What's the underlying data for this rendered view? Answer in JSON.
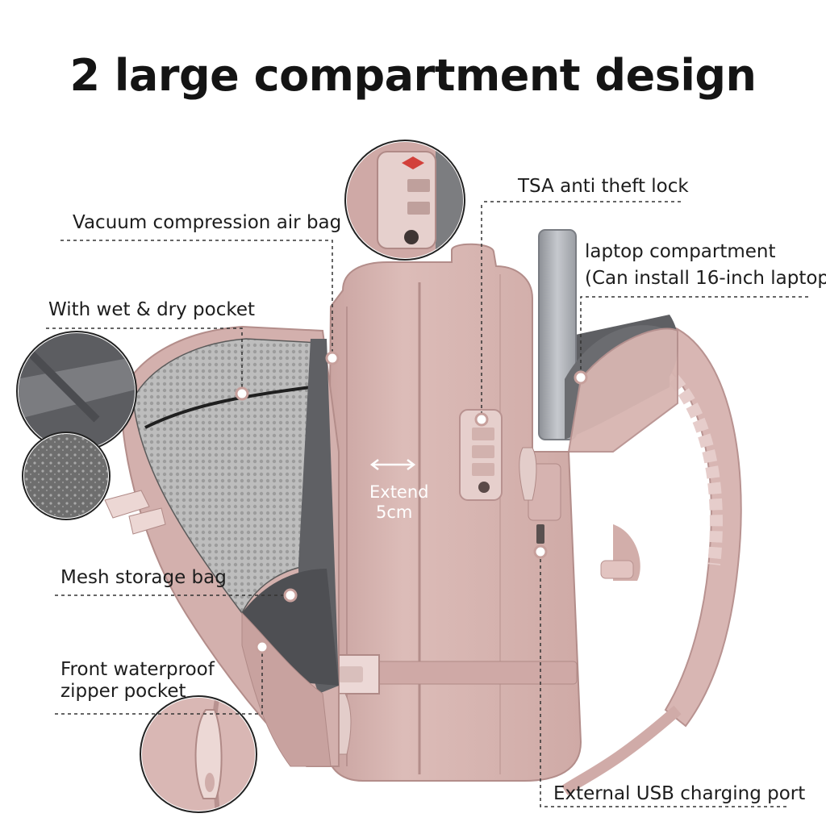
{
  "title": "2 large compartment design",
  "callouts": {
    "vacuum": "Vacuum compression air bag",
    "wet_dry": "With wet & dry pocket",
    "mesh": "Mesh storage bag",
    "front_pocket_line1": "Front waterproof",
    "front_pocket_line2": "zipper pocket",
    "tsa_lock": "TSA anti theft lock",
    "laptop_line1": "laptop compartment",
    "laptop_line2": "(Can install 16-inch laptop)",
    "usb": "External USB charging port"
  },
  "extend": {
    "line1": "Extend",
    "line2": "5cm"
  },
  "colors": {
    "bag_pink": "#d9b8b4",
    "bag_shadow": "#b89290",
    "interior_gray": "#6f6f72",
    "mesh_gray": "#b7b7b7",
    "laptop_silver": "#b9bcc2"
  }
}
